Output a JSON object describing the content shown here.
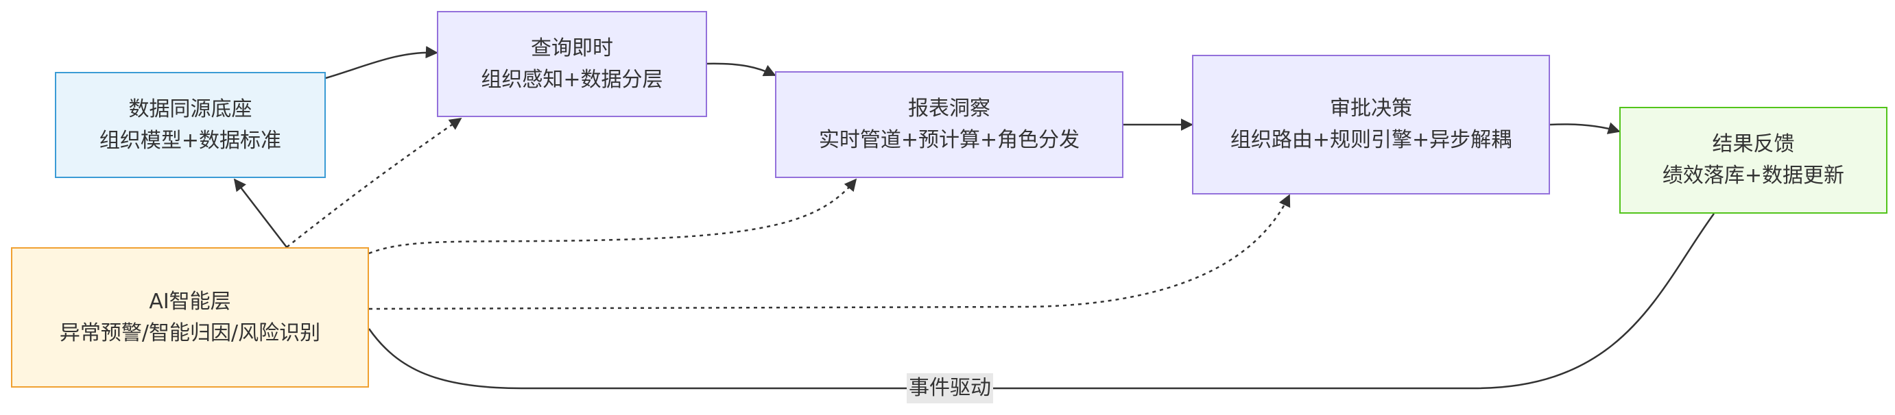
{
  "colors": {
    "foundation_fill": "#e8f4fc",
    "foundation_border": "#3a9bd5",
    "process_fill": "#ececff",
    "process_border": "#9370db",
    "result_fill": "#f0fbe8",
    "result_border": "#52c41a",
    "ai_fill": "#fff6e0",
    "ai_border": "#f0a030",
    "edge": "#333333",
    "edge_label_bg": "#e8e8e8"
  },
  "nodes": {
    "foundation": {
      "title": "数据同源底座",
      "subtitle": "组织模型+数据标准"
    },
    "query": {
      "title": "查询即时",
      "subtitle": "组织感知+数据分层"
    },
    "report": {
      "title": "报表洞察",
      "subtitle": "实时管道+预计算+角色分发"
    },
    "approval": {
      "title": "审批决策",
      "subtitle": "组织路由+规则引擎+异步解耦"
    },
    "result": {
      "title": "结果反馈",
      "subtitle": "绩效落库+数据更新"
    },
    "ai": {
      "title": "AI智能层",
      "subtitle": "异常预警/智能归因/风险识别"
    }
  },
  "edges": {
    "event_driven_label": "事件驱动"
  }
}
